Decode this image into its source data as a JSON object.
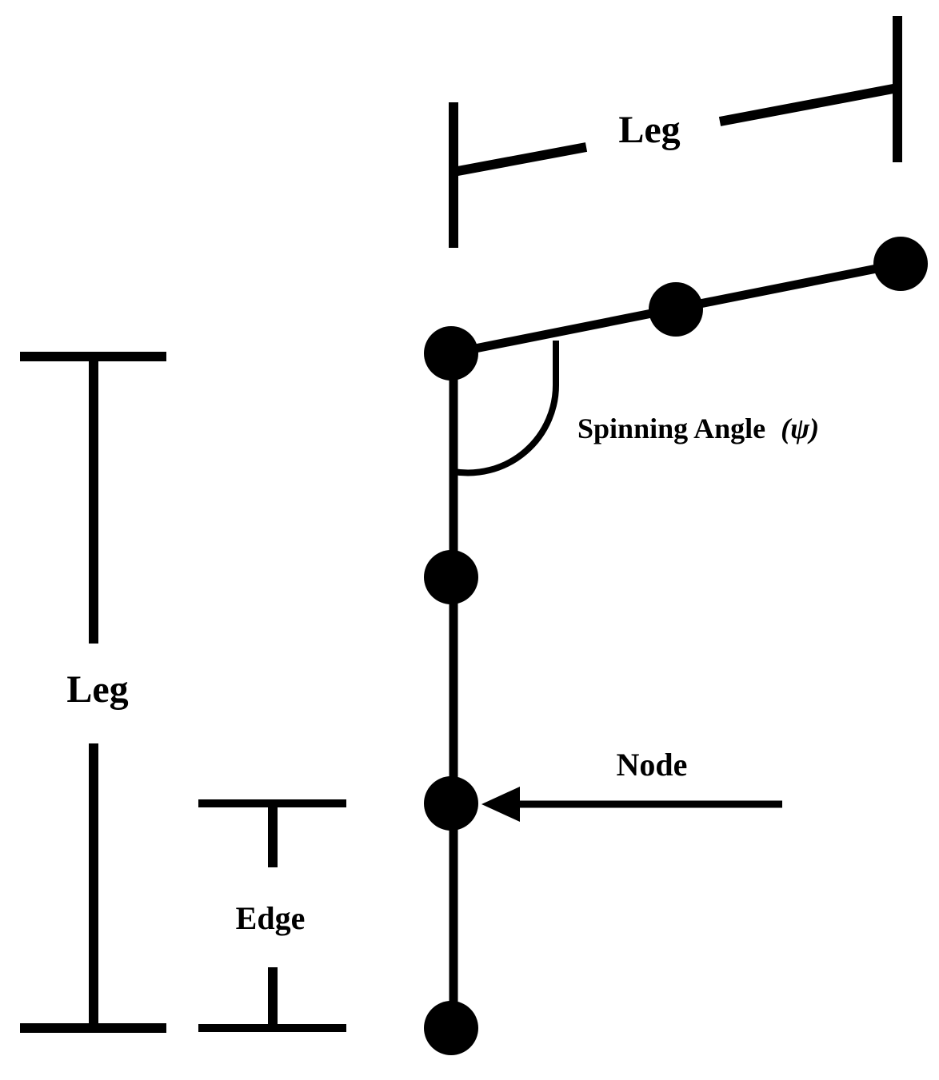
{
  "labels": {
    "leg_top": "Leg",
    "leg_left": "Leg",
    "spinning_angle": "Spinning Angle",
    "spinning_angle_symbol": "(ψ)",
    "node": "Node",
    "edge": "Edge"
  }
}
